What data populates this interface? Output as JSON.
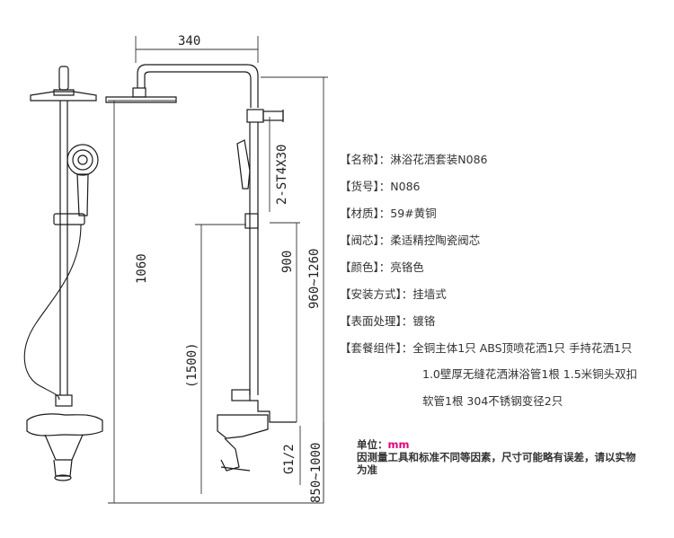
{
  "dimensions": {
    "width_340": "340",
    "height_1060": "1060",
    "height_1500": "(1500)",
    "height_900": "900",
    "height_960_1260": "960~1260",
    "thread_2st": "2-ST4X30",
    "thread_g12": "G1/2",
    "height_850_1000": "850~1000"
  },
  "specs": [
    {
      "label": "【名称】",
      "value": "：淋浴花洒套装N086"
    },
    {
      "label": "【货号】",
      "value": "：N086"
    },
    {
      "label": "【材质】",
      "value": "：59#黄铜"
    },
    {
      "label": "【阀芯】",
      "value": "：柔适精控陶瓷阀芯"
    },
    {
      "label": "【颜色】",
      "value": "：亮铬色"
    },
    {
      "label": "【安装方式】",
      "value": "：挂墙式"
    },
    {
      "label": "【表面处理】",
      "value": "：镀铬"
    },
    {
      "label": "【套餐组件】",
      "value": "：全铜主体1只  ABS顶喷花洒1只  手持花洒1只"
    }
  ],
  "spec_continuation": [
    "1.0壁厚无缝花洒淋浴管1根  1.5米铜头双扣",
    "软管1根      304不锈钢变径2只"
  ],
  "note": {
    "unit_label": "单位：",
    "unit_value": "mm",
    "disclaimer": "因测量工具和标准不同等因素，尺寸可能略有误差，请以实物为准"
  }
}
